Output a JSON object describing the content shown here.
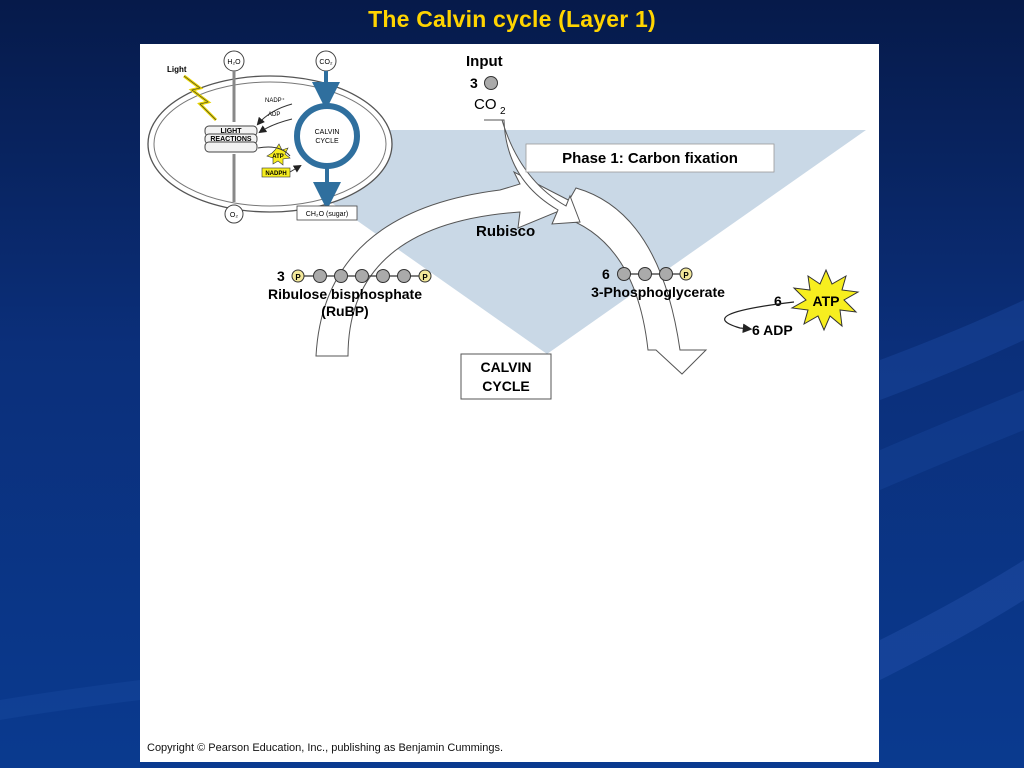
{
  "slide": {
    "title": "The Calvin cycle (Layer 1)",
    "copyright": "Copyright © Pearson Education, Inc., publishing as Benjamin Cummings."
  },
  "inset": {
    "light": "Light",
    "h2o": "H₂O",
    "co2": "CO₂",
    "o2": "O₂",
    "nadp": "NADP⁺",
    "adp": "ADP",
    "atp": "ATP",
    "nadph": "NADPH",
    "light_reactions_line1": "LIGHT",
    "light_reactions_line2": "REACTIONS",
    "calvin_line1": "CALVIN",
    "calvin_line2": "CYCLE",
    "sugar": "CH₂O (sugar)"
  },
  "main": {
    "input_label": "Input",
    "input_count": "3",
    "input_molecule": "CO",
    "input_subscript": "2",
    "phase_label": "Phase 1: Carbon fixation",
    "enzyme": "Rubisco",
    "rubp_count": "3",
    "rubp_name": "Ribulose bisphosphate",
    "rubp_abbrev": "(RuBP)",
    "pga_count": "6",
    "pga_name": "3-Phosphoglycerate",
    "atp_count": "6",
    "atp_label": "ATP",
    "adp_label": "6 ADP",
    "phosphate_label": "P",
    "cycle_line1": "CALVIN",
    "cycle_line2": "CYCLE"
  },
  "colors": {
    "title": "#ffd400",
    "triangle": "#c9d8e6",
    "calvin_blue": "#2f6f9e",
    "atp_burst": "#f7ee1f"
  }
}
